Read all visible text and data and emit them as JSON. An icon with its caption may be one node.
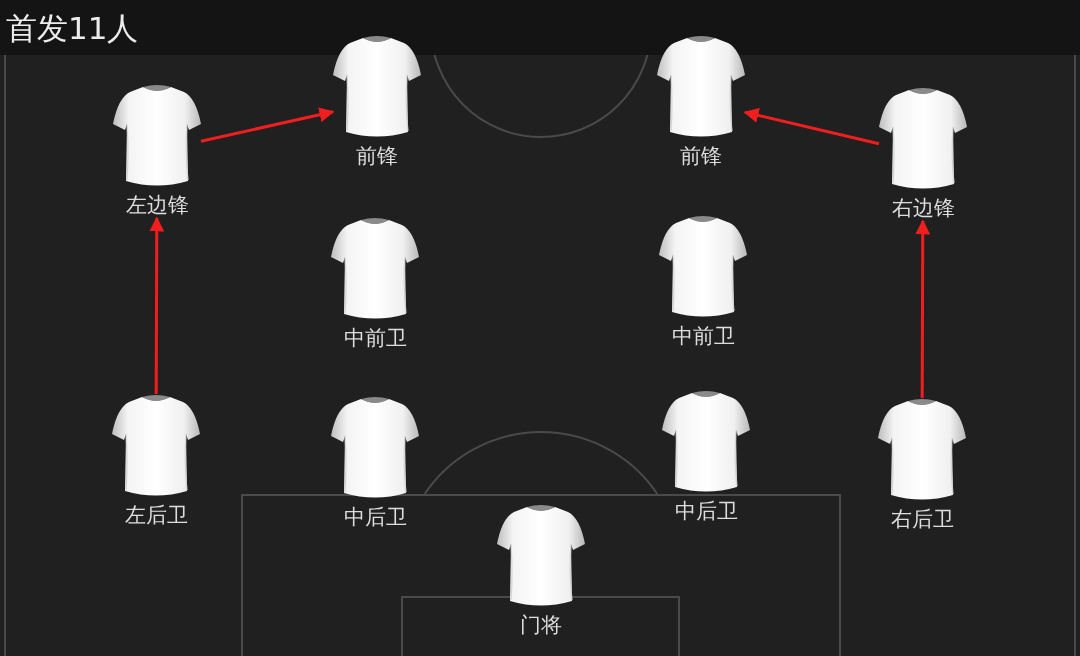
{
  "diagram": {
    "title": "首发11人",
    "nodes": [
      {
        "text": [
          "前锋"
        ]
      },
      {
        "text": [
          "前锋"
        ]
      },
      {
        "text": [
          "左边锋"
        ]
      },
      {
        "text": [
          "右边锋"
        ]
      },
      {
        "text": [
          "中前卫"
        ]
      },
      {
        "text": [
          "中前卫"
        ]
      },
      {
        "text": [
          "左后卫"
        ]
      },
      {
        "text": [
          "中后卫"
        ]
      },
      {
        "text": [
          "中后卫"
        ]
      },
      {
        "text": [
          "右后卫"
        ]
      },
      {
        "text": [
          "门将"
        ]
      }
    ],
    "edges": [
      {
        "from": 2,
        "to": 0,
        "arrow": "to"
      },
      {
        "from": 3,
        "to": 1,
        "arrow": "to"
      },
      {
        "from": 6,
        "to": 2,
        "arrow": "to"
      },
      {
        "from": 9,
        "to": 3,
        "arrow": "to"
      }
    ]
  }
}
